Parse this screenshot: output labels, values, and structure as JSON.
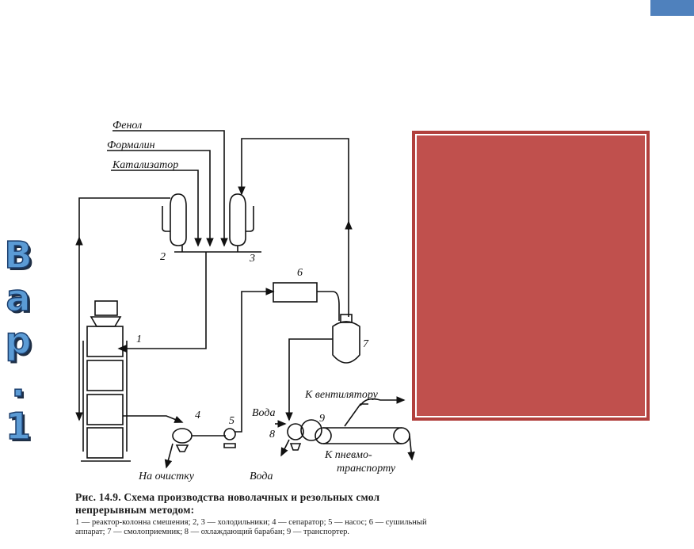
{
  "scheme": {
    "inputs": [
      "Фенол",
      "Формалин",
      "Катализатор"
    ],
    "labels": {
      "n1": "1",
      "n2": "2",
      "n3": "3",
      "n4": "4",
      "n5": "5",
      "n6": "6",
      "n7": "7",
      "n8": "8",
      "n9": "9"
    },
    "flows": {
      "ventilator": "К вентилятору",
      "water_in": "Вода",
      "pneumo_line1": "К пневмо-",
      "pneumo_line2": "транспорту",
      "cleaning": "На очистку",
      "water_out": "Вода"
    }
  },
  "caption": {
    "title": "Рис. 14.9. Схема производства новолачных и резольных смол непрерывным методом:",
    "legend": "1 — реактор-колонна смешения; 2, 3 — холодильники; 4 — сепаратор; 5 — насос; 6 — сушильный аппарат; 7 — смолоприемник; 8 — охлаждающий барабан; 9 — транспортер."
  },
  "side_label": [
    "В",
    "а",
    "р",
    ".",
    "1"
  ],
  "colors": {
    "accent_blue": "#4f81bd",
    "panel_red": "#c0504d",
    "label_fill": "#5b9bd5"
  }
}
